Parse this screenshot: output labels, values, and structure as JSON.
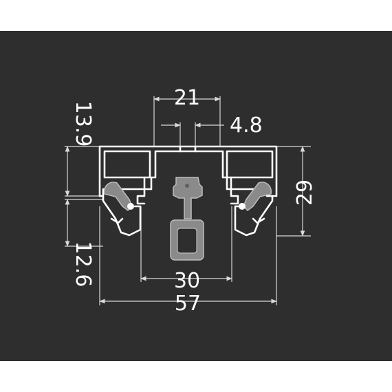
{
  "colors": {
    "background": "#2e2e2e",
    "page": "#ffffff",
    "profile_outline": "#ffffff",
    "dimension_lines": "#d9d9d9",
    "insert_gray": "#8a8a8a"
  },
  "dimensions": {
    "top_width": "21",
    "slot_width": "4.8",
    "upper_height": "13.9",
    "right_height": "29",
    "lower_height": "12.6",
    "inner_width": "30",
    "total_width": "57"
  }
}
